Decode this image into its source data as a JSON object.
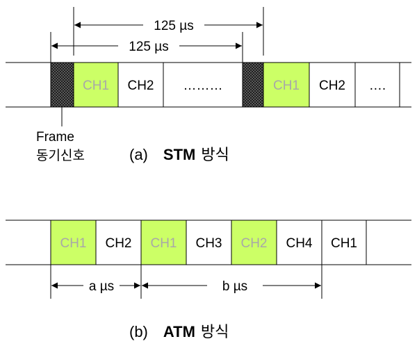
{
  "stm": {
    "outer_span_label": "125 µs",
    "inner_span_label": "125 µs",
    "frame_label_line1": "Frame",
    "frame_label_line2": "동기신호",
    "caption_prefix": "(a)",
    "caption_name": "STM",
    "caption_suffix": "방식",
    "cells": [
      {
        "label": "",
        "kind": "sync"
      },
      {
        "label": "CH1",
        "kind": "highlight"
      },
      {
        "label": "CH2",
        "kind": "plain"
      },
      {
        "label": "………",
        "kind": "plain"
      },
      {
        "label": "",
        "kind": "sync"
      },
      {
        "label": "CH1",
        "kind": "highlight"
      },
      {
        "label": "CH2",
        "kind": "plain"
      },
      {
        "label": "….",
        "kind": "plain"
      }
    ]
  },
  "atm": {
    "span_a_label": "a µs",
    "span_b_label": "b  µs",
    "caption_prefix": "(b)",
    "caption_name": "ATM",
    "caption_suffix": "방식",
    "cells": [
      {
        "label": "CH1",
        "kind": "highlight"
      },
      {
        "label": "CH2",
        "kind": "plain"
      },
      {
        "label": "CH1",
        "kind": "highlight"
      },
      {
        "label": "CH3",
        "kind": "plain"
      },
      {
        "label": "CH2",
        "kind": "highlight"
      },
      {
        "label": "CH4",
        "kind": "plain"
      },
      {
        "label": "CH1",
        "kind": "plain"
      }
    ]
  },
  "colors": {
    "highlight_fill": "#ccff66",
    "highlight_text": "#a8a8a8",
    "plain_fill": "#ffffff",
    "line": "#000000"
  }
}
